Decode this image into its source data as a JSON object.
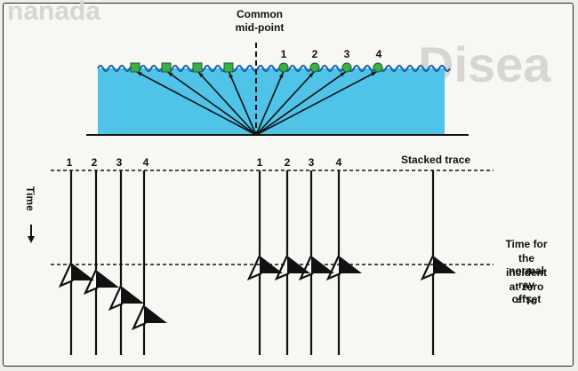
{
  "diagram": {
    "midpoint_label_line1": "Common",
    "midpoint_label_line2": "mid-point",
    "receiver_numbers": [
      "1",
      "2",
      "3",
      "4"
    ],
    "trace_numbers_left": [
      "1",
      "2",
      "3",
      "4"
    ],
    "trace_numbers_right": [
      "1",
      "2",
      "3",
      "4"
    ],
    "stacked_trace_label": "Stacked trace",
    "time_axis_label": "Time",
    "to_label_lines": [
      "Time for",
      "the normal",
      "incident ray",
      "at zero offset",
      "= To"
    ],
    "colors": {
      "water": "#4fc3e8",
      "wave": "#1a5fa8",
      "sources": "#3cae4a",
      "ink": "#111111",
      "page": "#f7f7f4"
    },
    "icons": {
      "sources": "green-square-source-icon",
      "receivers": "green-circle-receiver-icon",
      "wavelet": "black-wavelet-icon"
    }
  }
}
